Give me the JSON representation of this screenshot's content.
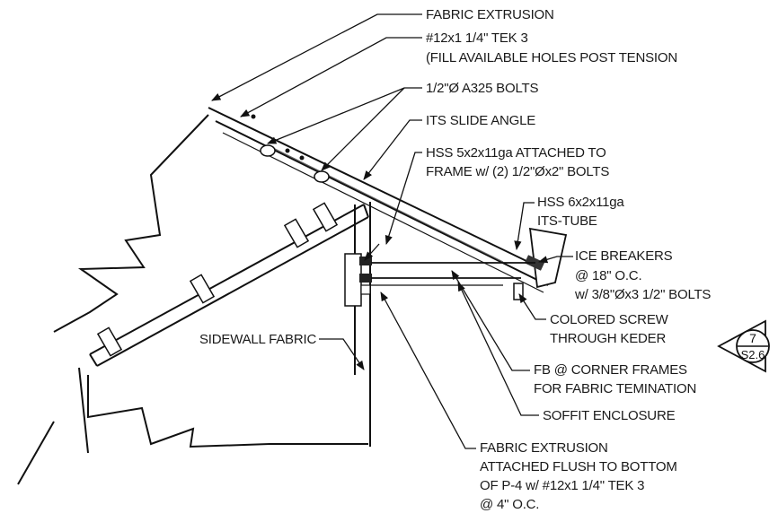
{
  "labels": {
    "fabric_extrusion_top": "FABRIC EXTRUSION",
    "tek_screw_1": "#12x1 1/4\" TEK 3",
    "tek_screw_2": "(FILL AVAILABLE HOLES POST TENSION",
    "a325_bolts": "1/2\"Ø A325 BOLTS",
    "its_slide_angle": "ITS SLIDE ANGLE",
    "hss5_1": "HSS 5x2x11ga ATTACHED TO",
    "hss5_2": "FRAME w/ (2) 1/2\"Øx2\" BOLTS",
    "hss6_1": "HSS 6x2x11ga",
    "hss6_2": "ITS-TUBE",
    "ice_1": "ICE BREAKERS",
    "ice_2": "@ 18\" O.C.",
    "ice_3": "w/ 3/8\"Øx3 1/2\" BOLTS",
    "colored_1": "COLORED SCREW",
    "colored_2": "THROUGH KEDER",
    "sidewall_fabric": "SIDEWALL FABRIC",
    "fb_1": "FB @ CORNER FRAMES",
    "fb_2": "FOR FABRIC TEMINATION",
    "soffit": "SOFFIT ENCLOSURE",
    "fe_bottom_1": "FABRIC EXTRUSION",
    "fe_bottom_2": "ATTACHED FLUSH TO BOTTOM",
    "fe_bottom_3": "OF P-4 w/ #12x1 1/4\" TEK 3",
    "fe_bottom_4": "@ 4\" O.C."
  },
  "detail_tag": {
    "number": "7",
    "sheet": "S2.6"
  }
}
